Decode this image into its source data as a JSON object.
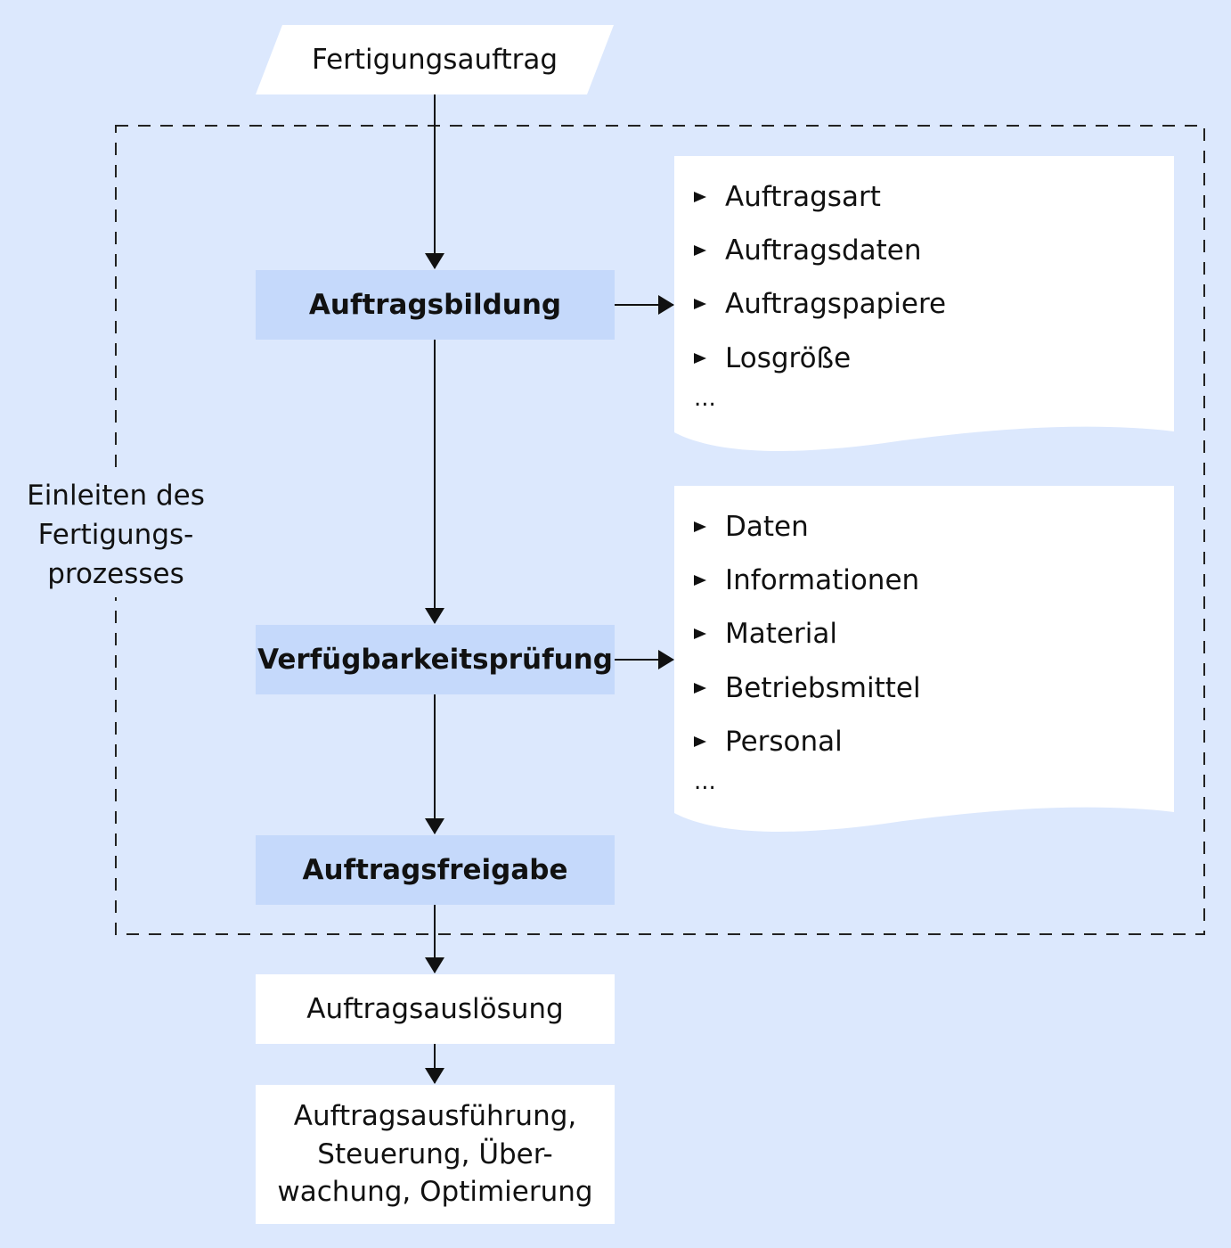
{
  "diagram": {
    "input": "Fertigungsauftrag",
    "group_label": [
      "Einleiten des",
      "Fertigungs-",
      "prozesses"
    ],
    "steps": [
      "Auftragsbildung",
      "Verfügbarkeitsprüfung",
      "Auftragsfreigabe"
    ],
    "outputs": [
      "Auftragsauslösung",
      [
        "Auftragsausführung,",
        "Steuerung, Über-",
        "wachung, Optimierung"
      ]
    ],
    "detail_lists": [
      {
        "items": [
          "Auftragsart",
          "Auftragsdaten",
          "Auftragspapiere",
          "Losgröße"
        ],
        "more": "..."
      },
      {
        "items": [
          "Daten",
          "Informationen",
          "Material",
          "Betriebsmittel",
          "Personal"
        ],
        "more": "..."
      }
    ],
    "colors": {
      "background": "#dce8fd",
      "step_fill": "#c5d9fb",
      "box_fill": "#ffffff",
      "line": "#111111"
    }
  }
}
